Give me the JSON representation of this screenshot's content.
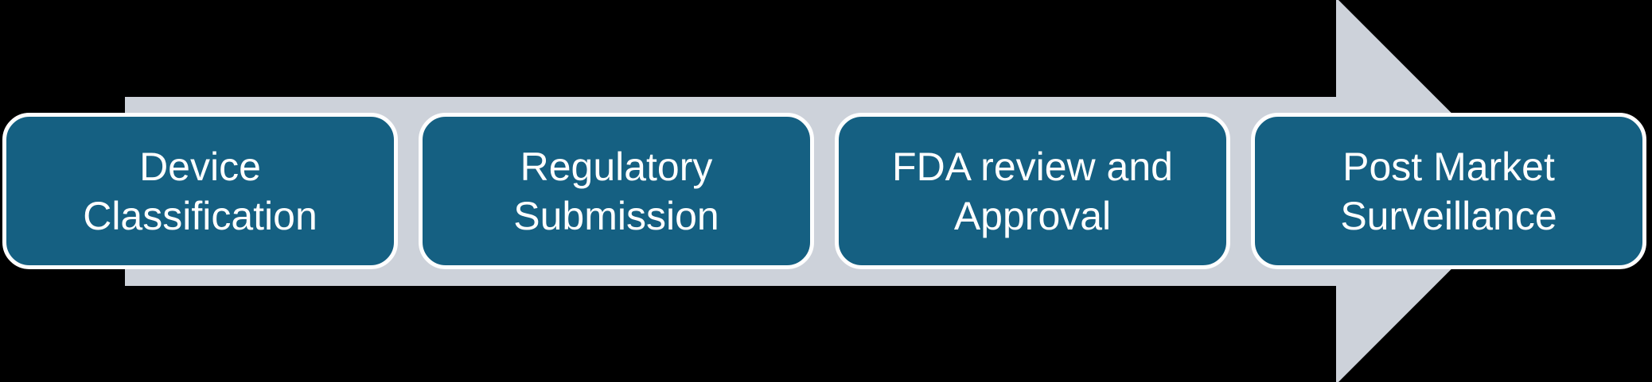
{
  "diagram": {
    "type": "process-flow",
    "arrow_icon": "right-arrow",
    "steps": [
      {
        "label": "Device\nClassification"
      },
      {
        "label": "Regulatory\nSubmission"
      },
      {
        "label": "FDA review and\nApproval"
      },
      {
        "label": "Post Market\nSurveillance"
      }
    ],
    "colors": {
      "background": "#000000",
      "arrow": "#CDD2DA",
      "step_fill": "#156082",
      "step_border": "#FFFFFF",
      "step_text": "#FFFFFF"
    }
  }
}
